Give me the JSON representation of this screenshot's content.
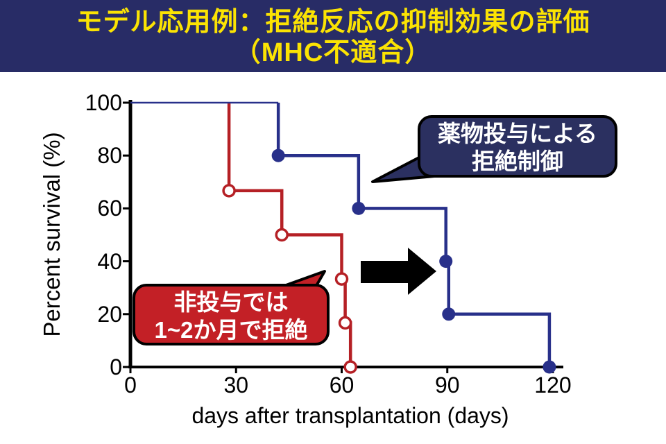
{
  "header": {
    "line1": "モデル応用例：拒絶反応の抑制効果の評価",
    "line2": "（MHC不適合）",
    "bg_color": "#282c66",
    "text_color": "#fbe303"
  },
  "callouts": {
    "drug": {
      "line1": "薬物投与による",
      "line2": "拒絶制御",
      "fill": "#2b3060",
      "text_color": "#ffffff",
      "points_to": "treated-curve"
    },
    "untreated": {
      "line1": "非投与では",
      "line2": "1~2か月で拒絶",
      "fill": "#c32026",
      "text_color": "#ffffff",
      "points_to": "untreated-curve"
    }
  },
  "chart_data": {
    "type": "line",
    "subtype": "kaplan-meier-step-survival",
    "xlabel": "days after transplantation (days)",
    "ylabel": "Percent survival (%)",
    "xlim": [
      0,
      123
    ],
    "ylim": [
      0,
      100
    ],
    "xticks": [
      0,
      30,
      60,
      90,
      120
    ],
    "yticks": [
      0,
      20,
      40,
      60,
      80,
      100
    ],
    "grid": false,
    "legend": "none",
    "axis_color": "#000000",
    "series": [
      {
        "name": "untreated-rejection",
        "color": "#b52025",
        "marker": "open-circle",
        "points": [
          [
            28,
            100
          ],
          [
            28,
            66.7
          ],
          [
            43,
            66.7
          ],
          [
            43,
            50
          ],
          [
            60,
            50
          ],
          [
            60,
            33.3
          ],
          [
            61,
            33.3
          ],
          [
            61,
            16.7
          ],
          [
            62.5,
            16.7
          ],
          [
            62.5,
            0
          ]
        ],
        "events": [
          [
            28,
            66.7
          ],
          [
            43,
            50
          ],
          [
            60,
            33.3
          ],
          [
            61,
            16.7
          ],
          [
            62.5,
            0
          ]
        ]
      },
      {
        "name": "drug-treated",
        "color": "#28308a",
        "marker": "filled-circle",
        "points": [
          [
            0,
            100
          ],
          [
            42,
            100
          ],
          [
            42,
            80
          ],
          [
            64.8,
            80
          ],
          [
            64.8,
            60
          ],
          [
            89.6,
            60
          ],
          [
            89.6,
            40
          ],
          [
            90.4,
            40
          ],
          [
            90.4,
            20
          ],
          [
            119,
            20
          ],
          [
            119,
            0
          ]
        ],
        "events": [
          [
            42,
            80
          ],
          [
            64.8,
            60
          ],
          [
            89.6,
            40
          ],
          [
            90.4,
            20
          ],
          [
            119,
            0
          ]
        ]
      }
    ],
    "annotations": [
      {
        "type": "arrow",
        "direction": "right",
        "color": "#000000",
        "meaning": "shift of survival by drug treatment"
      }
    ]
  }
}
